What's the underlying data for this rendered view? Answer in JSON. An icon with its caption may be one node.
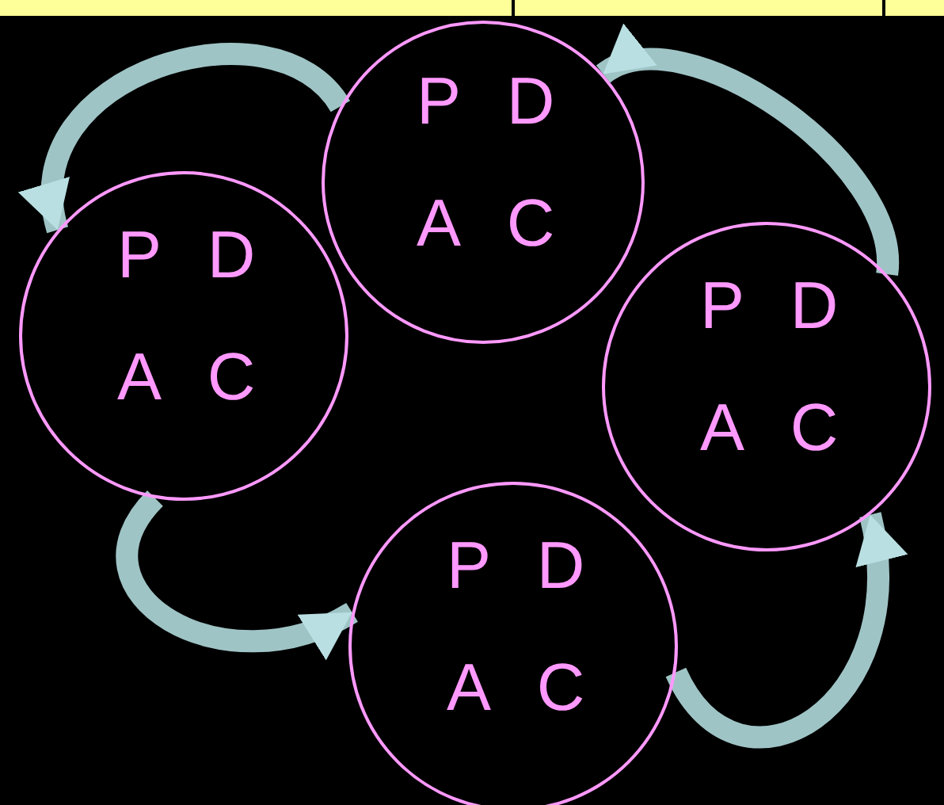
{
  "diagram": {
    "nodes": [
      {
        "text": [
          "P",
          "D",
          "A",
          "C"
        ]
      },
      {
        "text": [
          "P",
          "D",
          "A",
          "C"
        ]
      },
      {
        "text": [
          "P",
          "D",
          "A",
          "C"
        ]
      },
      {
        "text": [
          "P",
          "D",
          "A",
          "C"
        ]
      }
    ],
    "edges": [
      {
        "from": 0,
        "to": 1,
        "arrow": "to"
      },
      {
        "from": 1,
        "to": 3,
        "arrow": "to"
      },
      {
        "from": 3,
        "to": 2,
        "arrow": "to"
      },
      {
        "from": 2,
        "to": 0,
        "arrow": "to"
      }
    ]
  }
}
